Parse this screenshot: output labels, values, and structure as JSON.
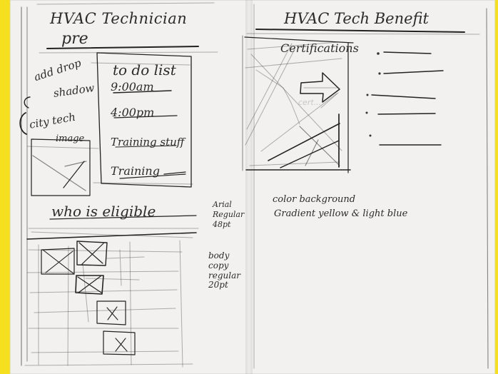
{
  "left_page": {
    "title_line_1": "HVAC Technician",
    "title_line_2": "pre",
    "todo_title": "to do list",
    "todo_items": [
      "9:00am",
      "4:00pm",
      "Training stuff",
      "Training"
    ],
    "note_drop_shadow_1": "add drop",
    "note_drop_shadow_2": "shadow",
    "note_city_image_1": "city tech",
    "note_city_image_2": "image",
    "who_title": "who is eligible",
    "font_note_1": "Arial",
    "font_note_2": "Regular",
    "font_note_3": "48pt",
    "body_note_1": "body",
    "body_note_2": "copy",
    "body_note_3": "regular",
    "body_note_4": "20pt"
  },
  "right_page": {
    "title": "HVAC Tech Benefit",
    "cert_label": "Certifications",
    "faint_label": "cert...",
    "color_note_1": "color background",
    "color_note_2": "Gradient yellow & light blue"
  },
  "colors": {
    "background": "#f4e01f",
    "paper": "#f2f1ef",
    "ink": "#2b2b2b"
  }
}
